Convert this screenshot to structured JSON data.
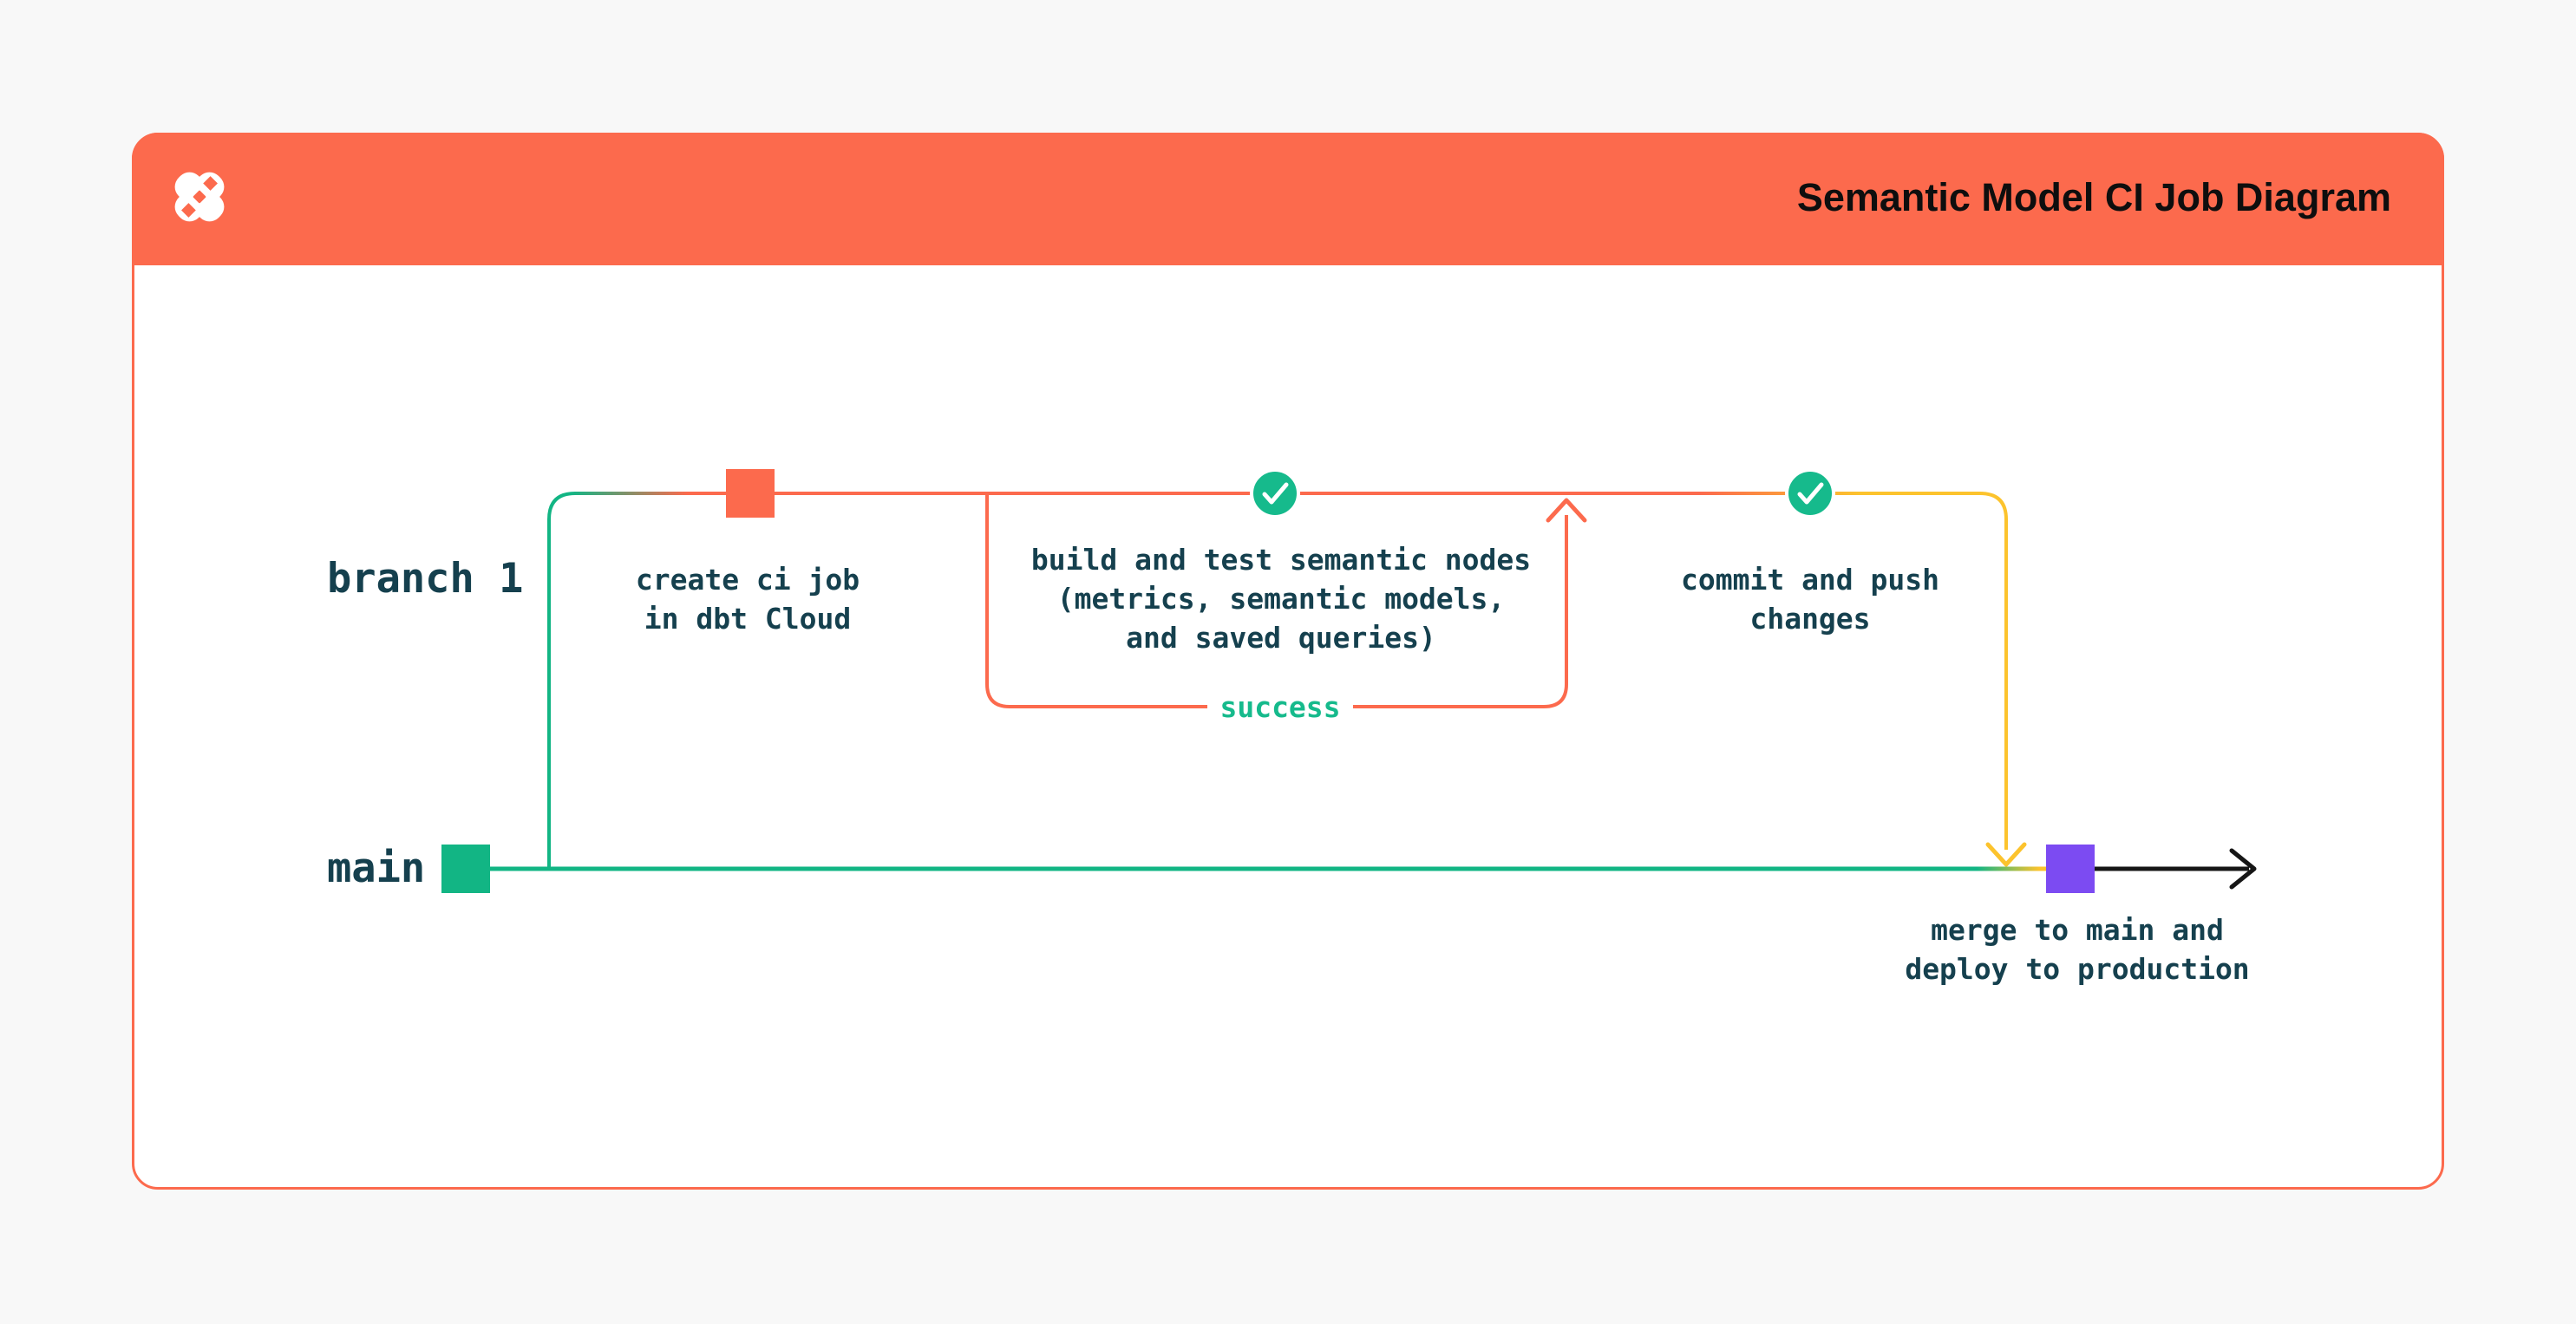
{
  "header": {
    "title": "Semantic Model CI Job Diagram",
    "logo": "dbt-logo"
  },
  "diagram": {
    "branch_label": "branch 1",
    "main_label": "main",
    "success_label": "success",
    "nodes": [
      {
        "id": "create-ci-job",
        "line1": "create ci job",
        "line2": "in dbt Cloud"
      },
      {
        "id": "build-test-semantic-nodes",
        "line1": "build and test semantic nodes",
        "line2": "(metrics, semantic models,",
        "line3": "and saved queries)"
      },
      {
        "id": "commit-push-changes",
        "line1": "commit and push",
        "line2": "changes"
      },
      {
        "id": "merge-deploy",
        "line1": "merge to main and",
        "line2": "deploy to production"
      }
    ]
  },
  "colors": {
    "header_orange": "#FC6A4D",
    "branch_orange": "#FC6A4D",
    "teal_green": "#12B584",
    "check_green": "#16BA8C",
    "yellow": "#FCC32D",
    "purple": "#7C4BF2",
    "text_dark": "#15404E",
    "arrow_black": "#161616",
    "background": "#F8F8F8",
    "card_background": "#FFFFFF"
  }
}
